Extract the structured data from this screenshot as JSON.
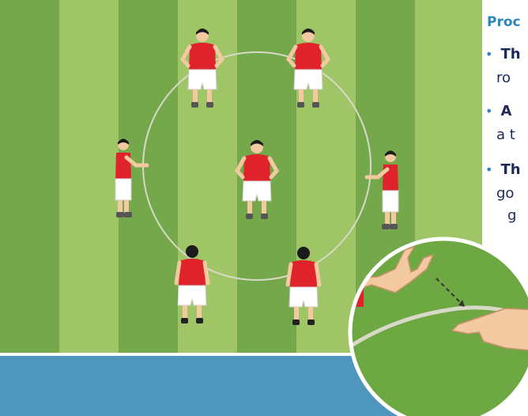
{
  "panel": {
    "heading": "Proc",
    "bullets": [
      {
        "first": "Th",
        "second": "ro"
      },
      {
        "first": "A",
        "second": "a t"
      },
      {
        "first": "Th",
        "second": "go",
        "third": "g"
      }
    ]
  },
  "colors": {
    "grass_light": "#9fc566",
    "grass_dark": "#74a84a",
    "circle_line": "#d9d9c8",
    "player_shirt": "#e0222b",
    "player_shorts": "#ffffff",
    "water_band": "#4f96bf",
    "heading": "#2a86bd",
    "body_text": "#1c2a5a"
  },
  "players": [
    {
      "id": "p1",
      "facing": "front"
    },
    {
      "id": "p2",
      "facing": "front"
    },
    {
      "id": "p3",
      "facing": "side-right"
    },
    {
      "id": "p4",
      "facing": "front"
    },
    {
      "id": "p5",
      "facing": "side-left"
    },
    {
      "id": "p6",
      "facing": "back"
    },
    {
      "id": "p7",
      "facing": "back"
    }
  ],
  "inset": {
    "subject": "hand-pointing-at-hand"
  }
}
